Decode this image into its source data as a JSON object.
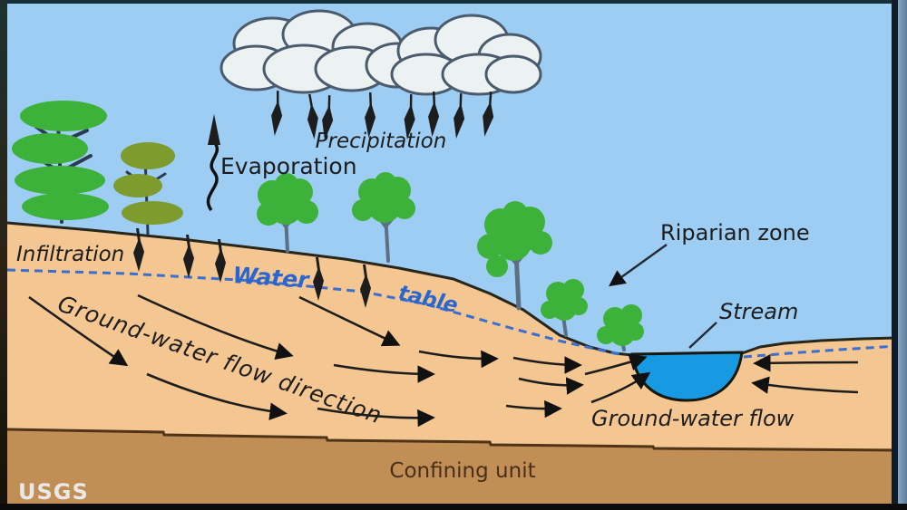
{
  "labels": {
    "precipitation": "Precipitation",
    "evaporation": "Evaporation",
    "infiltration": "Infiltration",
    "water_table_word1": "Water",
    "water_table_word2": "table",
    "gw_flow_direction": "Ground-water flow direction",
    "riparian_zone": "Riparian zone",
    "stream": "Stream",
    "gw_flow": "Ground-water flow",
    "confining_unit": "Confining unit",
    "agency": "USGS"
  },
  "colors": {
    "sky": "#9ecdf3",
    "ground": "#f4c692",
    "confining_fill": "#c18e55",
    "confining_text": "#47301a",
    "stream": "#179ae2",
    "water_table": "#3a6fd0",
    "label_blue": "#2b66cc",
    "tree_green": "#3db23a",
    "tree_olive": "#7d9c2d",
    "cloud_fill": "#ecf2f2",
    "cloud_outline": "#4b5b6e",
    "ink": "#1d1d1d",
    "agency_text": "#e9e9e9"
  }
}
